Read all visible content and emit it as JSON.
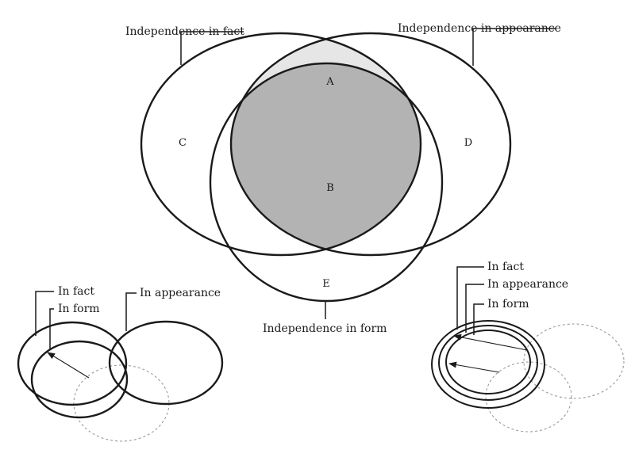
{
  "main_diagram": {
    "label_fact": "Independence in fact",
    "label_appearance": "Independence in appearance",
    "label_form": "Independence in form",
    "regions": {
      "a": "A",
      "b": "B",
      "c": "C",
      "d": "D",
      "e": "E"
    }
  },
  "left_inset": {
    "label_fact": "In fact",
    "label_form": "In form",
    "label_appearance": "In appearance"
  },
  "right_inset": {
    "label_fact": "In fact",
    "label_appearance": "In appearance",
    "label_form": "In form"
  },
  "colors": {
    "lens_light": "#e6e6e6",
    "lens_dark": "#b3b3b4",
    "stroke": "#1a1a1a",
    "dashed": "#9a9a9a"
  }
}
